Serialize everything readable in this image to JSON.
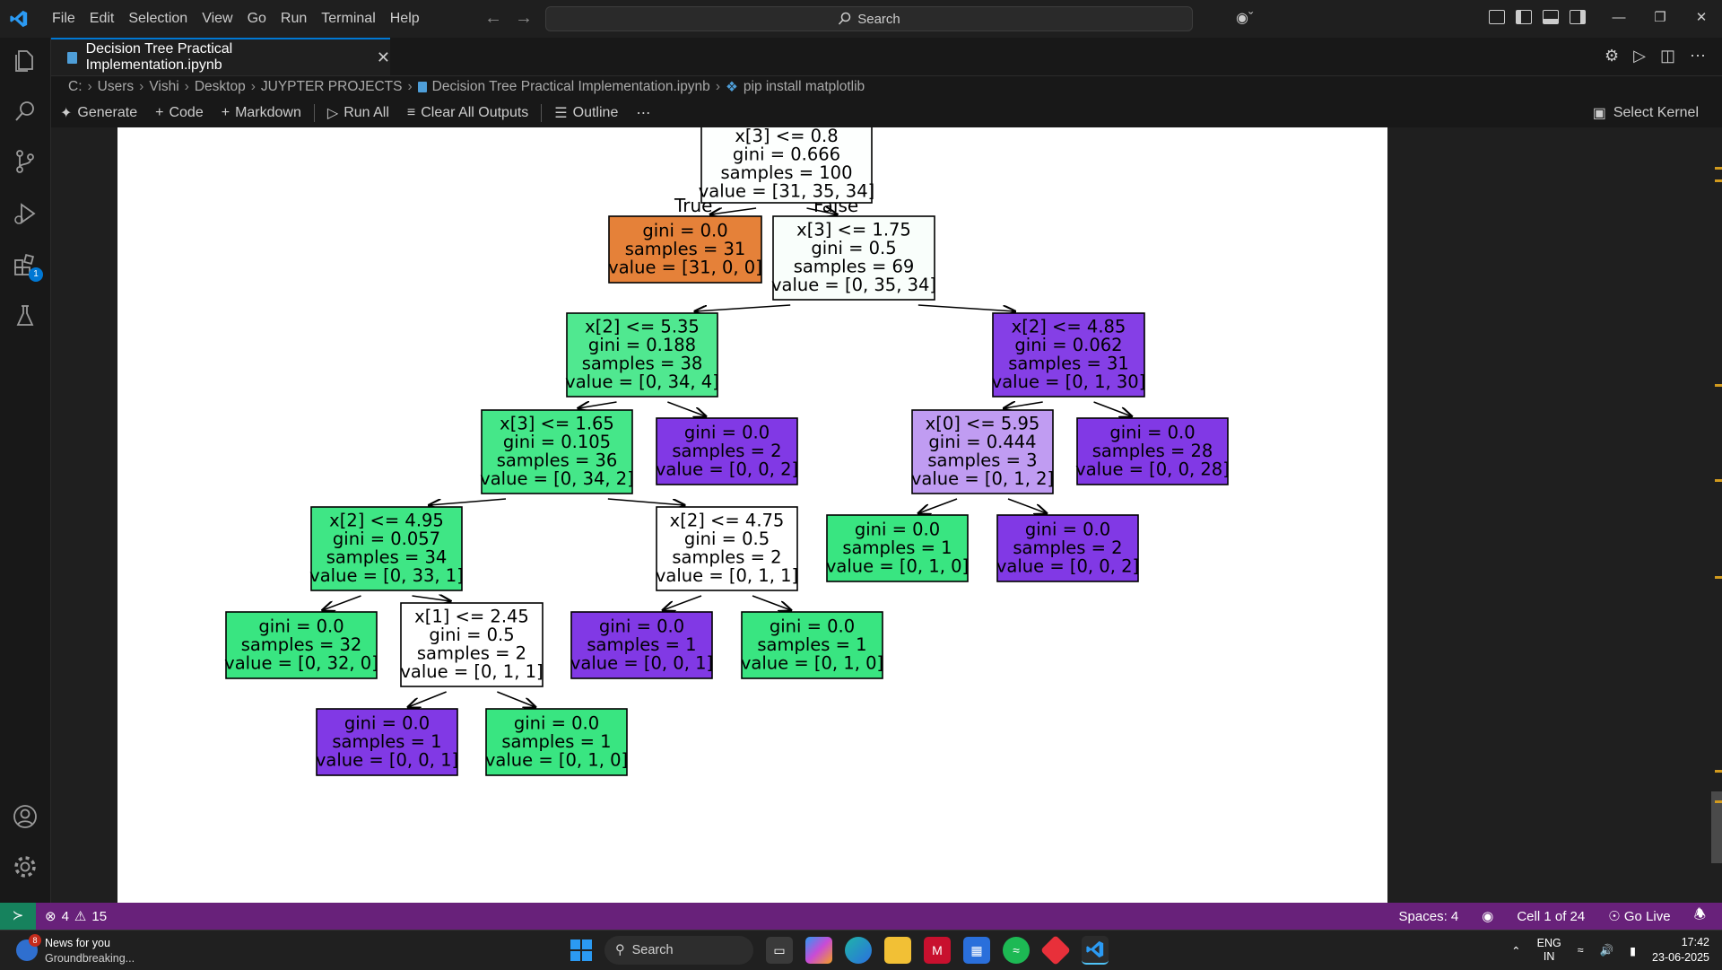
{
  "menu": [
    "File",
    "Edit",
    "Selection",
    "View",
    "Go",
    "Run",
    "Terminal",
    "Help"
  ],
  "search": {
    "label": "Search"
  },
  "tab": {
    "title": "Decision Tree Practical Implementation.ipynb"
  },
  "breadcrumb": [
    "C:",
    "Users",
    "Vishi",
    "Desktop",
    "JUYPTER PROJECTS",
    "Decision Tree Practical Implementation.ipynb",
    "pip install matplotlib"
  ],
  "toolbar": {
    "generate": "Generate",
    "code": "Code",
    "markdown": "Markdown",
    "run_all": "Run All",
    "clear": "Clear All Outputs",
    "outline": "Outline",
    "more": "⋯",
    "kernel": "Select Kernel"
  },
  "status": {
    "errors": "4",
    "warnings": "15",
    "spaces": "Spaces: 4",
    "cell": "Cell 1 of 24",
    "golive": "Go Live"
  },
  "taskbar": {
    "news_title": "News for you",
    "news_sub": "Groundbreaking...",
    "news_badge": "8",
    "search": "Search",
    "lang1": "ENG",
    "lang2": "IN",
    "time": "17:42",
    "date": "23-06-2025"
  },
  "tree": {
    "colors": {
      "orange": "#e58139",
      "green": "#39e581",
      "purple": "#8139e5",
      "white": "#ffffff"
    },
    "edge_labels": {
      "true": "True",
      "false": "False"
    },
    "nodes": [
      {
        "id": "n0",
        "lines": [
          "x[3] <= 0.8",
          "gini = 0.666",
          "samples = 100",
          "value = [31, 35, 34]"
        ],
        "fill": "#fdfffe"
      },
      {
        "id": "n1",
        "lines": [
          "gini = 0.0",
          "samples = 31",
          "value = [31, 0, 0]"
        ],
        "fill": "#e58139"
      },
      {
        "id": "n2",
        "lines": [
          "x[3] <= 1.75",
          "gini = 0.5",
          "samples = 69",
          "value = [0, 35, 34]"
        ],
        "fill": "#f9fefb"
      },
      {
        "id": "n3",
        "lines": [
          "x[2] <= 5.35",
          "gini = 0.188",
          "samples = 38",
          "value = [0, 34, 4]"
        ],
        "fill": "#50e890"
      },
      {
        "id": "n4",
        "lines": [
          "x[2] <= 4.85",
          "gini = 0.062",
          "samples = 31",
          "value = [0, 1, 30]"
        ],
        "fill": "#853fe6"
      },
      {
        "id": "n5",
        "lines": [
          "x[3] <= 1.65",
          "gini = 0.105",
          "samples = 36",
          "value = [0, 34, 2]"
        ],
        "fill": "#45e789"
      },
      {
        "id": "n6",
        "lines": [
          "gini = 0.0",
          "samples = 2",
          "value = [0, 0, 2]"
        ],
        "fill": "#8139e5"
      },
      {
        "id": "n7",
        "lines": [
          "x[0] <= 5.95",
          "gini = 0.444",
          "samples = 3",
          "value = [0, 1, 2]"
        ],
        "fill": "#c09cf2"
      },
      {
        "id": "n8",
        "lines": [
          "gini = 0.0",
          "samples = 28",
          "value = [0, 0, 28]"
        ],
        "fill": "#8139e5"
      },
      {
        "id": "n9",
        "lines": [
          "x[2] <= 4.95",
          "gini = 0.057",
          "samples = 34",
          "value = [0, 33, 1]"
        ],
        "fill": "#3fe685"
      },
      {
        "id": "n10",
        "lines": [
          "x[2] <= 4.75",
          "gini = 0.5",
          "samples = 2",
          "value = [0, 1, 1]"
        ],
        "fill": "#ffffff"
      },
      {
        "id": "n11",
        "lines": [
          "gini = 0.0",
          "samples = 1",
          "value = [0, 1, 0]"
        ],
        "fill": "#39e581"
      },
      {
        "id": "n12",
        "lines": [
          "gini = 0.0",
          "samples = 2",
          "value = [0, 0, 2]"
        ],
        "fill": "#8139e5"
      },
      {
        "id": "n13",
        "lines": [
          "gini = 0.0",
          "samples = 32",
          "value = [0, 32, 0]"
        ],
        "fill": "#39e581"
      },
      {
        "id": "n14",
        "lines": [
          "x[1] <= 2.45",
          "gini = 0.5",
          "samples = 2",
          "value = [0, 1, 1]"
        ],
        "fill": "#ffffff"
      },
      {
        "id": "n15",
        "lines": [
          "gini = 0.0",
          "samples = 1",
          "value = [0, 0, 1]"
        ],
        "fill": "#8139e5"
      },
      {
        "id": "n16",
        "lines": [
          "gini = 0.0",
          "samples = 1",
          "value = [0, 1, 0]"
        ],
        "fill": "#39e581"
      },
      {
        "id": "n17",
        "lines": [
          "gini = 0.0",
          "samples = 1",
          "value = [0, 0, 1]"
        ],
        "fill": "#8139e5"
      },
      {
        "id": "n18",
        "lines": [
          "gini = 0.0",
          "samples = 1",
          "value = [0, 1, 0]"
        ],
        "fill": "#39e581"
      }
    ],
    "edges": [
      [
        "n0",
        "n1"
      ],
      [
        "n0",
        "n2"
      ],
      [
        "n2",
        "n3"
      ],
      [
        "n2",
        "n4"
      ],
      [
        "n3",
        "n5"
      ],
      [
        "n3",
        "n6"
      ],
      [
        "n4",
        "n7"
      ],
      [
        "n4",
        "n8"
      ],
      [
        "n5",
        "n9"
      ],
      [
        "n5",
        "n10"
      ],
      [
        "n7",
        "n11"
      ],
      [
        "n7",
        "n12"
      ],
      [
        "n9",
        "n13"
      ],
      [
        "n9",
        "n14"
      ],
      [
        "n10",
        "n15"
      ],
      [
        "n10",
        "n16"
      ],
      [
        "n14",
        "n17"
      ],
      [
        "n14",
        "n18"
      ]
    ]
  }
}
